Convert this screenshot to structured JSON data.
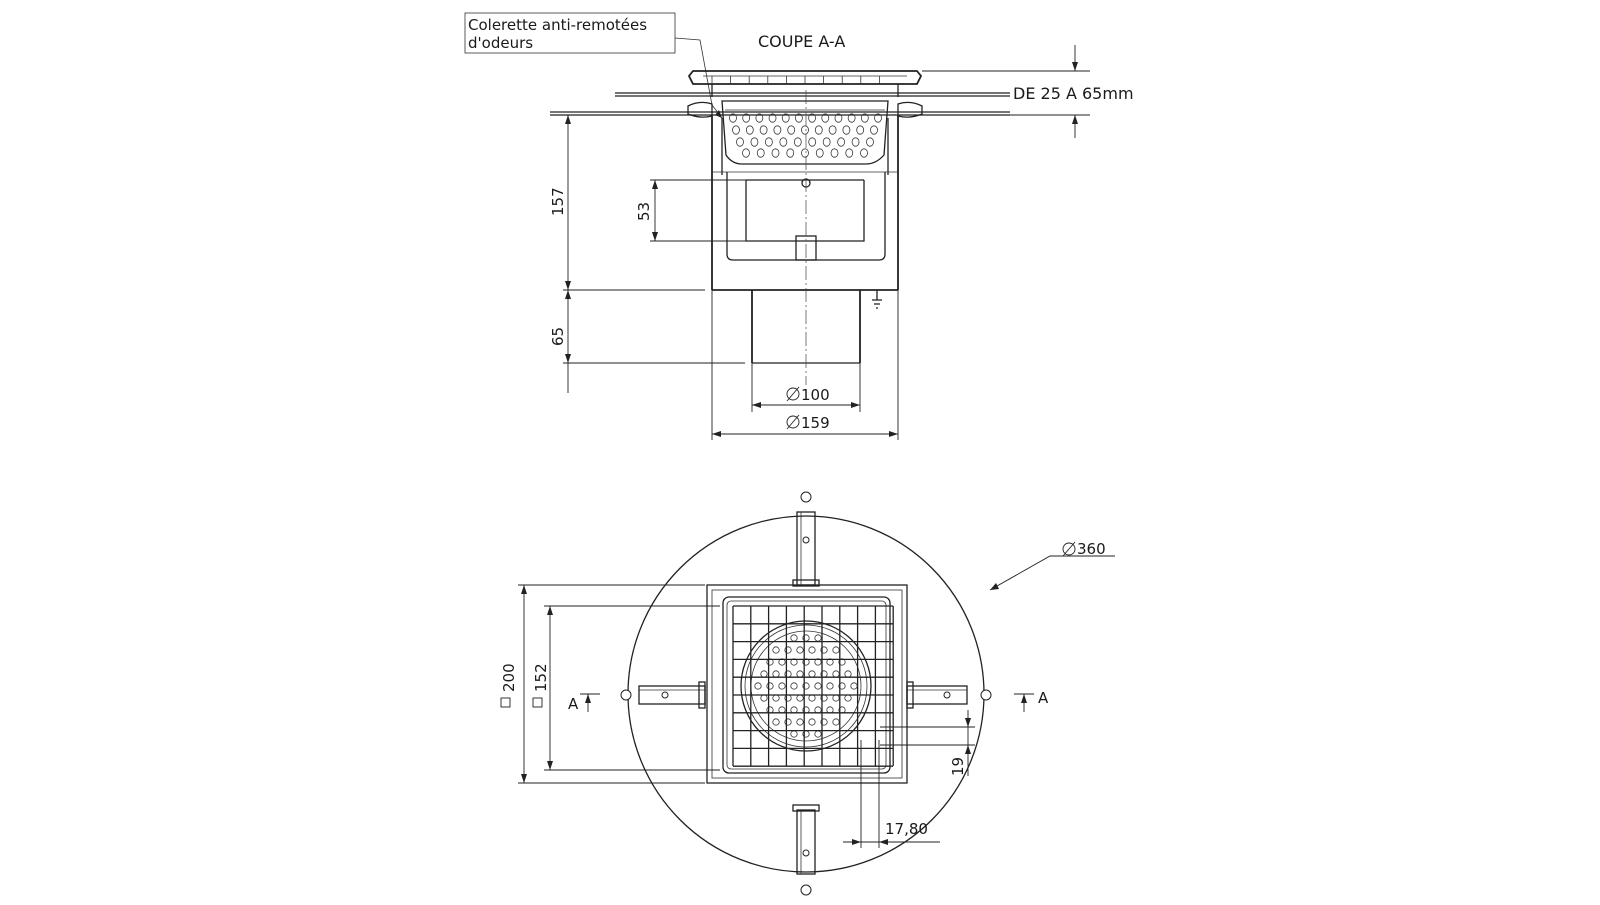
{
  "labels": {
    "note": [
      "Colerette anti-remotées",
      "d'odeurs"
    ],
    "section_title": "COUPE A-A",
    "adjust_range": "DE 25 A 65mm",
    "section_mark": "A"
  },
  "dimensions": {
    "body_height": "157",
    "outlet_height": "65",
    "trap_depth": "53",
    "outlet_diameter": "100",
    "body_diameter": "159",
    "flange_diameter": "360",
    "body_square": "200",
    "grate_square": "152",
    "bar_width": "19",
    "bar_pitch": "17,80"
  }
}
